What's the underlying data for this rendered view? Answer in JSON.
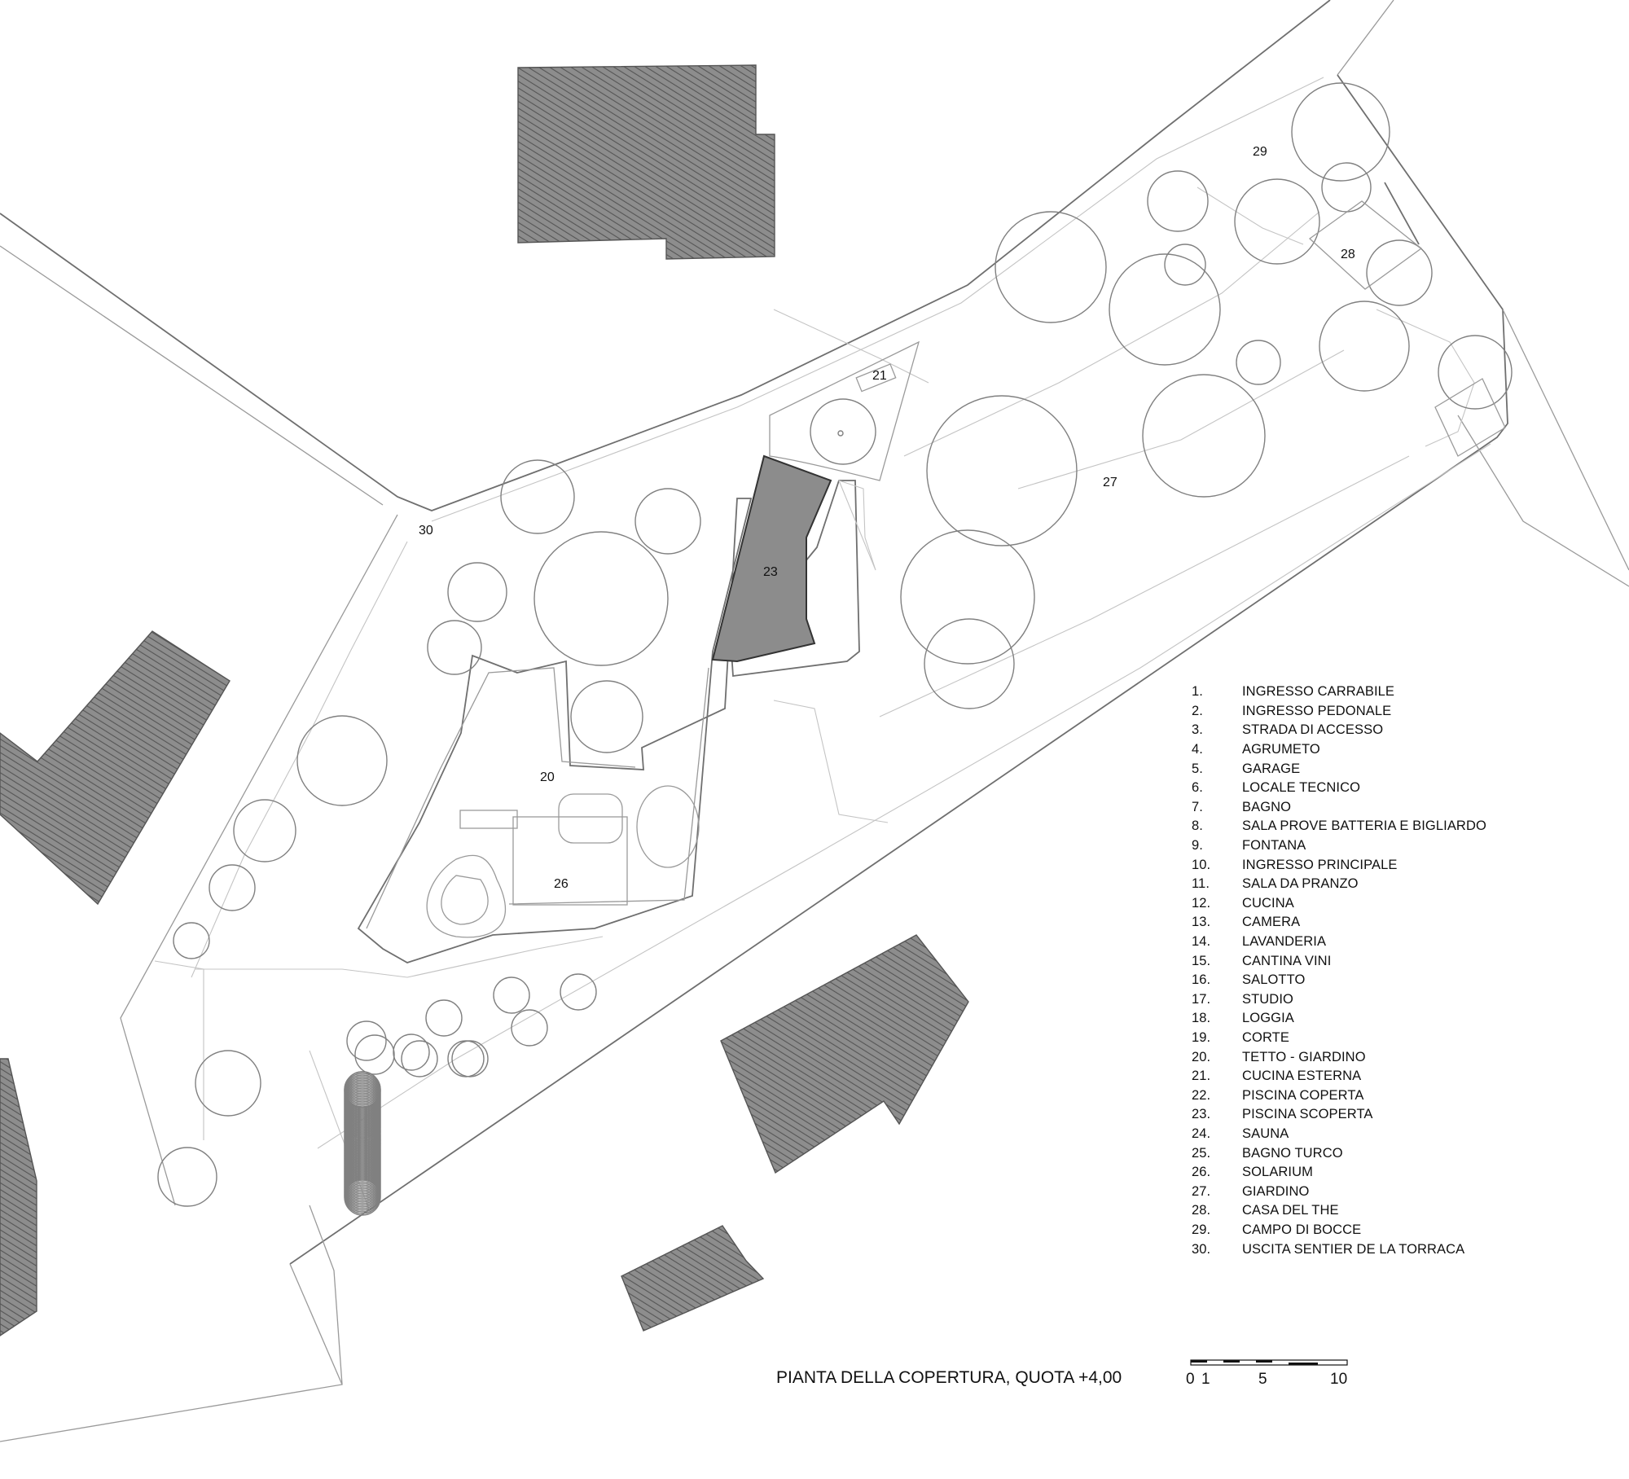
{
  "plan_title": "PIANTA DELLA COPERTURA, QUOTA +4,00",
  "scale": {
    "tick_0": "0",
    "tick_1": "1",
    "tick_5": "5",
    "tick_10": "10"
  },
  "legend": [
    {
      "num": "1.",
      "text": "INGRESSO CARRABILE"
    },
    {
      "num": "2.",
      "text": "INGRESSO PEDONALE"
    },
    {
      "num": "3.",
      "text": "STRADA DI ACCESSO"
    },
    {
      "num": "4.",
      "text": "AGRUMETO"
    },
    {
      "num": "5.",
      "text": "GARAGE"
    },
    {
      "num": "6.",
      "text": "LOCALE TECNICO"
    },
    {
      "num": "7.",
      "text": "BAGNO"
    },
    {
      "num": "8.",
      "text": "SALA PROVE BATTERIA E BIGLIARDO"
    },
    {
      "num": "9.",
      "text": "FONTANA"
    },
    {
      "num": "10.",
      "text": "INGRESSO PRINCIPALE"
    },
    {
      "num": "11.",
      "text": "SALA DA PRANZO"
    },
    {
      "num": "12.",
      "text": "CUCINA"
    },
    {
      "num": "13.",
      "text": "CAMERA"
    },
    {
      "num": "14.",
      "text": "LAVANDERIA"
    },
    {
      "num": "15.",
      "text": "CANTINA VINI"
    },
    {
      "num": "16.",
      "text": "SALOTTO"
    },
    {
      "num": "17.",
      "text": "STUDIO"
    },
    {
      "num": "18.",
      "text": "LOGGIA"
    },
    {
      "num": "19.",
      "text": "CORTE"
    },
    {
      "num": "20.",
      "text": "TETTO - GIARDINO"
    },
    {
      "num": "21.",
      "text": "CUCINA ESTERNA"
    },
    {
      "num": "22.",
      "text": "PISCINA COPERTA"
    },
    {
      "num": "23.",
      "text": "PISCINA SCOPERTA"
    },
    {
      "num": "24.",
      "text": "SAUNA"
    },
    {
      "num": "25.",
      "text": "BAGNO TURCO"
    },
    {
      "num": "26.",
      "text": "SOLARIUM"
    },
    {
      "num": "27.",
      "text": "GIARDINO"
    },
    {
      "num": "28.",
      "text": "CASA DEL THE"
    },
    {
      "num": "29.",
      "text": "CAMPO DI BOCCE"
    },
    {
      "num": "30.",
      "text": "USCITA SENTIER DE LA TORRACA"
    }
  ],
  "plan_labels": {
    "l20": "20",
    "l21": "21",
    "l23": "23",
    "l26": "26",
    "l27": "27",
    "l28": "28",
    "l29": "29",
    "l30": "30"
  }
}
